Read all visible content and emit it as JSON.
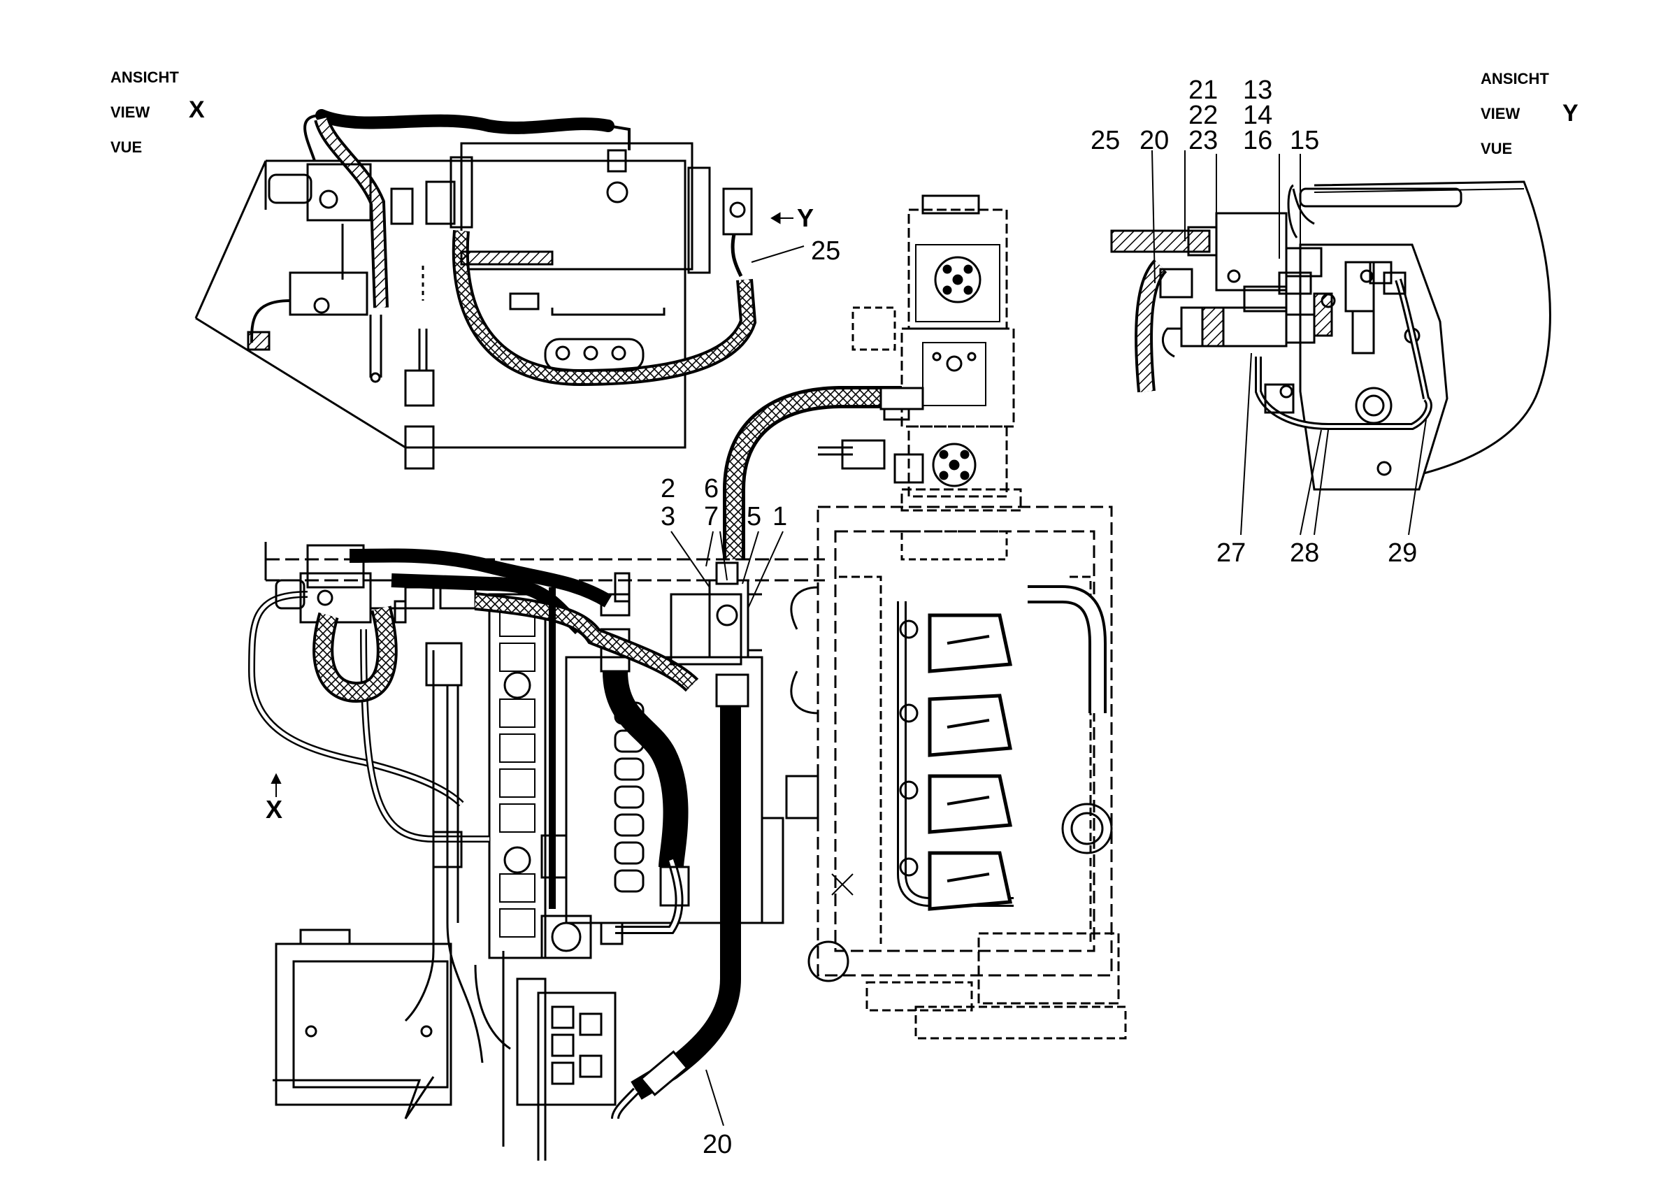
{
  "view_x": {
    "line1": "ANSICHT",
    "line2": "VIEW",
    "line3": "VUE",
    "letter": "X"
  },
  "view_y": {
    "line1": "ANSICHT",
    "line2": "VIEW",
    "line3": "VUE",
    "letter": "Y"
  },
  "markers": {
    "y_arrow": "Y",
    "x_arrow": "X"
  },
  "callouts": {
    "c25_left": "25",
    "c2": "2",
    "c3": "3",
    "c6": "6",
    "c7": "7",
    "c5": "5",
    "c1": "1",
    "c20_bottom": "20",
    "c21": "21",
    "c22": "22",
    "c23": "23",
    "c13": "13",
    "c14": "14",
    "c16": "16",
    "c15": "15",
    "c25_right": "25",
    "c20_right": "20",
    "c27": "27",
    "c28": "28",
    "c29": "29"
  }
}
